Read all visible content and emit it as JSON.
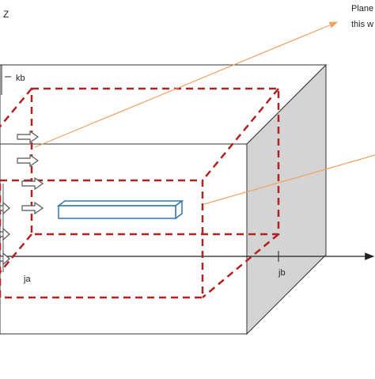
{
  "labels": {
    "z_axis": "Z",
    "kb": "kb",
    "ja": "ja",
    "jb": "jb",
    "callout_line1": "Plane",
    "callout_line2": "this w"
  },
  "colors": {
    "box_edge": "#333333",
    "side_face": "#d4d4d4",
    "dashed_box": "#b22222",
    "callout": "#f0a060",
    "bar_stroke": "#2e75b6",
    "arrow_stroke": "#555555",
    "axis": "#222222"
  }
}
